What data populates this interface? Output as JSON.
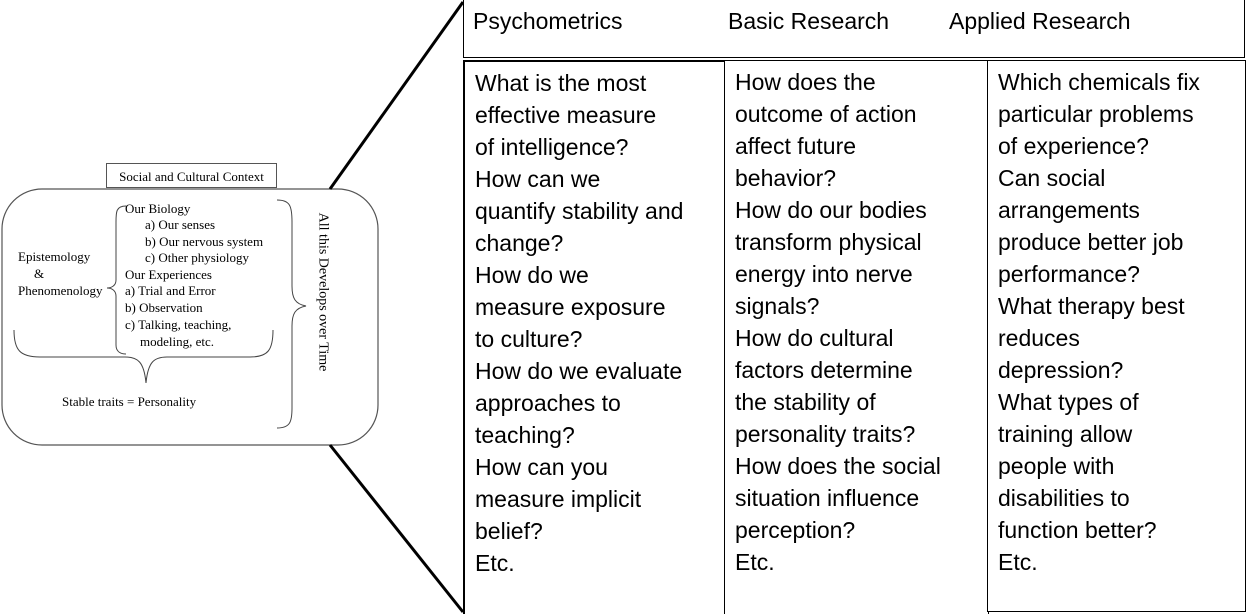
{
  "left_diagram": {
    "context_label": "Social and Cultural Context",
    "epistemology": [
      "Epistemology",
      "&",
      "Phenomenology"
    ],
    "biology_title": "Our Biology",
    "biology_items": [
      "a) Our senses",
      "b) Our nervous system",
      "c) Other physiology"
    ],
    "experiences_title": "Our Experiences",
    "experiences_items": [
      "a)  Trial and Error",
      "b)  Observation",
      "c)  Talking, teaching,",
      "modeling, etc."
    ],
    "stable_traits": "Stable traits = Personality",
    "develops": "All this Develops over Time"
  },
  "table": {
    "headers": [
      "Psychometrics",
      "Basic Research",
      "Applied Research"
    ],
    "columns": [
      [
        "What is the most",
        "effective measure",
        "of intelligence?",
        "How can we",
        "quantify stability and",
        "change?",
        "How do we",
        "measure exposure",
        "to culture?",
        "How do we evaluate",
        "approaches to",
        "teaching?",
        "How can you",
        "measure implicit",
        "belief?",
        "Etc."
      ],
      [
        "How does the",
        "outcome of action",
        "affect future",
        "behavior?",
        "How do our bodies",
        "transform physical",
        "energy into nerve",
        "signals?",
        "How do cultural",
        "factors determine",
        "the stability of",
        "personality traits?",
        "How does the social",
        "situation influence",
        "perception?",
        "Etc."
      ],
      [
        "Which chemicals fix",
        "particular problems",
        "of experience?",
        "Can social",
        "arrangements",
        "produce better job",
        "performance?",
        "What therapy  best",
        "reduces",
        "depression?",
        "What types of",
        "training allow",
        "people with",
        "disabilities to",
        "function better?",
        "Etc."
      ]
    ]
  }
}
